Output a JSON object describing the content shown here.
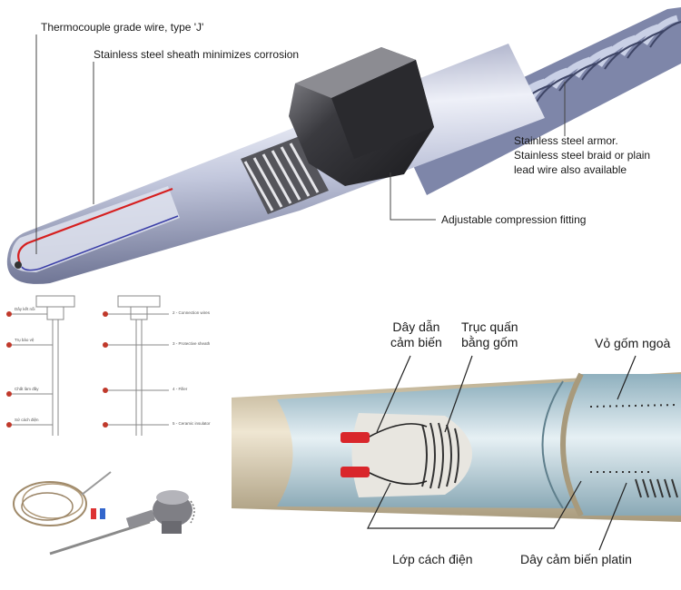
{
  "top_diagram": {
    "labels": {
      "wire": "Thermocouple grade wire, type 'J'",
      "sheath": "Stainless steel sheath minimizes corrosion",
      "armor_lines": [
        "Stainless steel armor.",
        "Stainless steel braid or plain",
        "lead wire also available"
      ],
      "fitting": "Adjustable compression fitting"
    },
    "colors": {
      "sheath": "#c9cfe2",
      "wire_red": "#d61f1f",
      "wire_blue": "#3b3fa8",
      "fitting": "#2f2f33"
    }
  },
  "left_schematics": [
    {
      "items": [
        "Dây kết nối",
        "Trụ bảo vệ",
        "Chất làm đầy",
        "Sứ cách điện"
      ]
    },
    {
      "items": [
        "2 - Connection wires",
        "3 - Protective sheath",
        "4 - Filler",
        "5 - Ceramic insulator"
      ]
    }
  ],
  "bottom_diagram": {
    "labels": {
      "sensor_wire": [
        "Dây dẫn",
        "cảm biến"
      ],
      "ceramic_core": [
        "Trục quấn",
        "bằng gốm"
      ],
      "outer_shell": "Vỏ gốm ngoà",
      "insulation": "Lớp cách điện",
      "platinum_wire": "Dây cảm biến platin"
    },
    "colors": {
      "tube": "#d9ccb0",
      "inner": "#b9d2dd",
      "lead": "#d9262b"
    }
  }
}
